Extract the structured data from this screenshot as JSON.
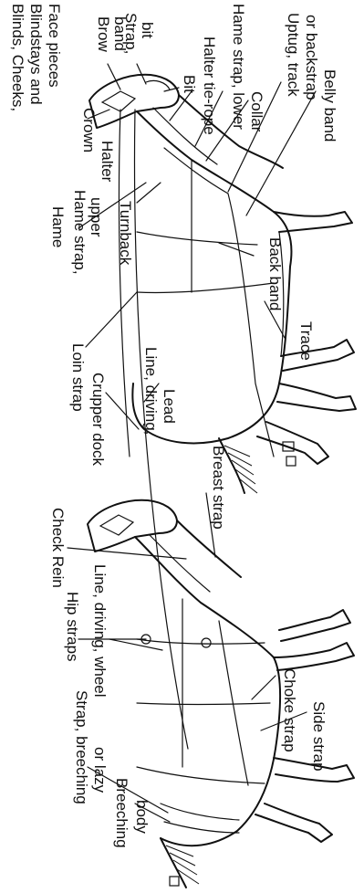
{
  "labels": {
    "blinds": "Blinds, Cheeks,",
    "blindstays": "Blindstays and",
    "face_pieces": "Face pieces",
    "brow": "Brow",
    "band": "band",
    "strap_comma": "Strap,",
    "bit_word": "bit",
    "bit": "Bit",
    "crown": "Crown",
    "halter": "Halter",
    "halter_tie": "Halter tie-rope",
    "hame_lower": "Hame strap, lower",
    "collar": "Collar",
    "uptug": "Uptug, track",
    "backstrap": "or backstrap",
    "belly_band": "Belly band",
    "hame": "Hame",
    "hame_strap": "Hame strap,",
    "upper": "upper",
    "turnback": "Turnback",
    "back_band": "Back band",
    "trace": "Trace",
    "loin_strap": "Loin strap",
    "crupper_dock": "Crupper dock",
    "line_driving": "Line, driving,",
    "lead": "Lead",
    "breast_strap": "Breast strap",
    "check_rein": "Check Rein",
    "hip_straps": "Hip straps",
    "line_wheel": "Line, driving, wheel",
    "choke_strap": "Choke strap",
    "side_strap": "Side strap",
    "strap_breeching": "Strap, breeching",
    "or_lazy": "or lazy",
    "breeching": "Breeching",
    "body": "body"
  }
}
